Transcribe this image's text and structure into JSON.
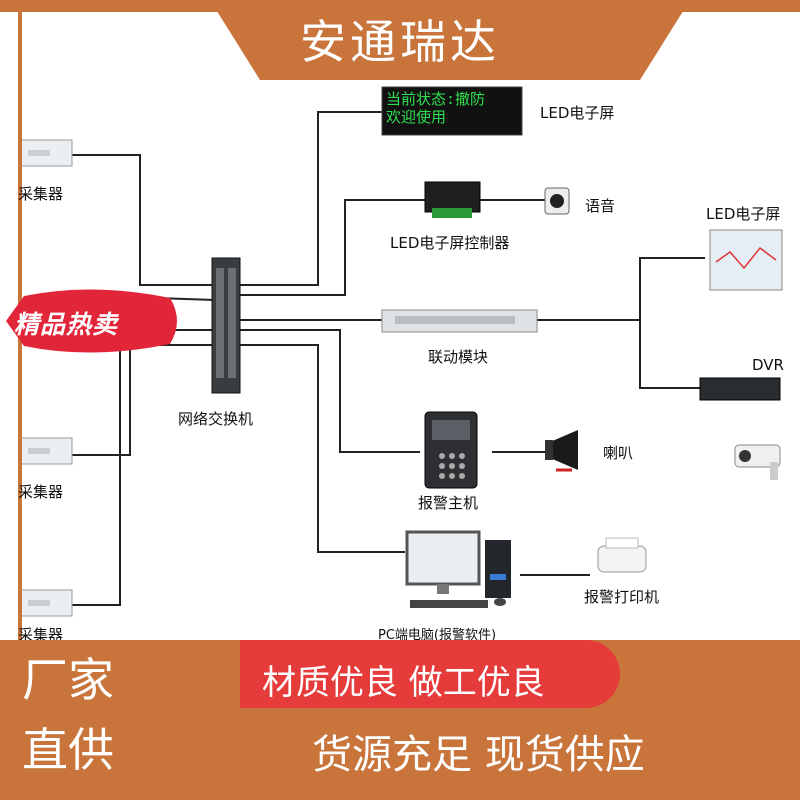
{
  "brand": {
    "title": "安通瑞达"
  },
  "diagram": {
    "collectors": [
      "采集器",
      "采集器",
      "采集器"
    ],
    "switch": "网络交换机",
    "led_screen_label": "LED电子屏",
    "led_screen_lines": [
      "当前状态:撤防",
      "欢迎使用"
    ],
    "led_controller": "LED电子屏控制器",
    "voice": "语音",
    "linkage": "联动模块",
    "led_big": "LED电子屏",
    "dvr": "DVR",
    "alarm_host": "报警主机",
    "horn": "喇叭",
    "pc": "PC端电脑(报警软件)",
    "printer": "报警打印机"
  },
  "badge": {
    "hot": "精品热卖"
  },
  "promo": {
    "factory_line1": "厂家",
    "factory_line2": "直供",
    "quality": "材质优良 做工优良",
    "supply": "货源充足 现货供应"
  },
  "colors": {
    "brand": "#c8743a",
    "accent": "#e63b3b",
    "led_text": "#30e050"
  }
}
